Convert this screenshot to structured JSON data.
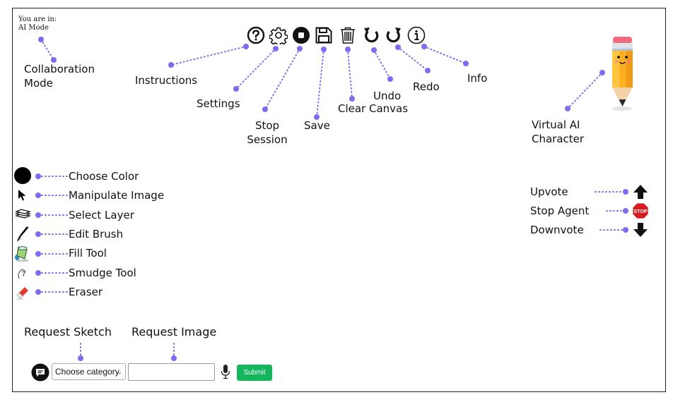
{
  "mode_indicator": {
    "line1": "You are in:",
    "line2": "AI Mode"
  },
  "labels": {
    "collaboration_mode": [
      "Collaboration",
      "Mode"
    ],
    "instructions": "Instructions",
    "settings": "Settings",
    "stop_session": [
      "Stop",
      "Session"
    ],
    "save": "Save",
    "clear_canvas": "Clear Canvas",
    "undo": "Undo",
    "redo": "Redo",
    "info": "Info",
    "virtual_ai_character": [
      "Virtual AI",
      "Character"
    ],
    "upvote": "Upvote",
    "stop_agent": "Stop Agent",
    "downvote": "Downvote",
    "request_sketch": "Request Sketch",
    "request_image": "Request Image"
  },
  "tools": [
    {
      "name": "color-picker",
      "label": "Choose Color",
      "icon": "black-circle-icon"
    },
    {
      "name": "manipulate-image",
      "label": "Manipulate Image",
      "icon": "cursor-arrow-icon"
    },
    {
      "name": "select-layer",
      "label": "Select Layer",
      "icon": "layers-icon"
    },
    {
      "name": "edit-brush",
      "label": "Edit Brush",
      "icon": "brush-icon"
    },
    {
      "name": "fill-tool",
      "label": "Fill Tool",
      "icon": "paint-bucket-icon"
    },
    {
      "name": "smudge-tool",
      "label": "Smudge Tool",
      "icon": "finger-smudge-icon"
    },
    {
      "name": "eraser",
      "label": "Eraser",
      "icon": "eraser-icon"
    }
  ],
  "stop_sign_text": "STOP",
  "request_bar": {
    "category_select": "Choose category",
    "prompt_value": "",
    "submit_label": "Submit"
  },
  "colors": {
    "leader_dots": "#7b6cf0",
    "submit": "#13b65d",
    "stop": "#d71920"
  }
}
